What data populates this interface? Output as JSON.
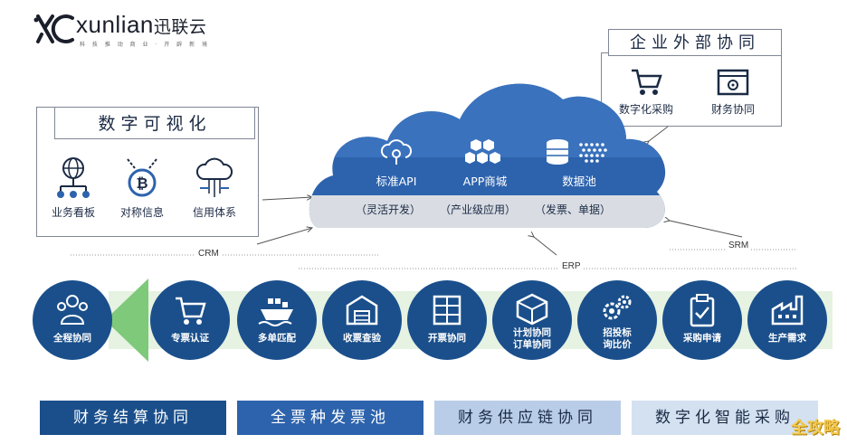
{
  "logo": {
    "word": "xunlian",
    "cn": "迅联云",
    "tagline": "科 技 推 动 商 业 · 开 辟 新 境"
  },
  "visualization": {
    "title": "数字可视化",
    "items": [
      {
        "label": "业务看板",
        "icon": "network-globe-icon"
      },
      {
        "label": "对称信息",
        "icon": "bitcoin-chain-icon"
      },
      {
        "label": "信用体系",
        "icon": "cloud-circuit-icon"
      }
    ]
  },
  "external": {
    "title": "企业外部协同",
    "items": [
      {
        "label": "数字化采购",
        "icon": "shopping-cart-icon"
      },
      {
        "label": "财务协同",
        "icon": "settings-window-icon"
      }
    ]
  },
  "cloud": {
    "items": [
      {
        "label": "标准API",
        "sub": "（灵活开发）",
        "icon": "cloud-api-icon"
      },
      {
        "label": "APP商城",
        "sub": "（产业级应用）",
        "icon": "hexagon-cluster-icon"
      },
      {
        "label": "数据池",
        "sub": "（发票、单据）",
        "icon": "database-icon"
      }
    ]
  },
  "connectors": {
    "crm": "CRM",
    "erp": "ERP",
    "srm": "SRM"
  },
  "flow": [
    {
      "label": "全程协同",
      "icon": "team-icon"
    },
    {
      "label": "专票认证",
      "icon": "cart-icon"
    },
    {
      "label": "多单匹配",
      "icon": "ship-icon"
    },
    {
      "label": "收票查验",
      "icon": "warehouse-icon"
    },
    {
      "label": "开票协同",
      "icon": "cabinet-icon"
    },
    {
      "label_lines": [
        "计划协同",
        "订单协同"
      ],
      "icon": "box-icon"
    },
    {
      "label_lines": [
        "招投标",
        "询比价"
      ],
      "icon": "gears-icon"
    },
    {
      "label": "采购申请",
      "icon": "clipboard-icon"
    },
    {
      "label": "生产需求",
      "icon": "factory-icon"
    }
  ],
  "bars": [
    {
      "label": "财务结算协同",
      "bg": "#1a4f8b",
      "fg": "#ffffff"
    },
    {
      "label": "全票种发票池",
      "bg": "#2d63ad",
      "fg": "#ffffff"
    },
    {
      "label": "财务供应链协同",
      "bg": "#b9cde8",
      "fg": "#1b2a44"
    },
    {
      "label": "数字化智能采购",
      "bg": "#d4e1f1",
      "fg": "#1b2a44"
    }
  ],
  "watermark": "全攻略",
  "colors": {
    "primary": "#1a4f8b",
    "cloud_top": "#2d63ad",
    "cloud_bottom": "#d9dde3",
    "band": "#e6f2e2"
  }
}
